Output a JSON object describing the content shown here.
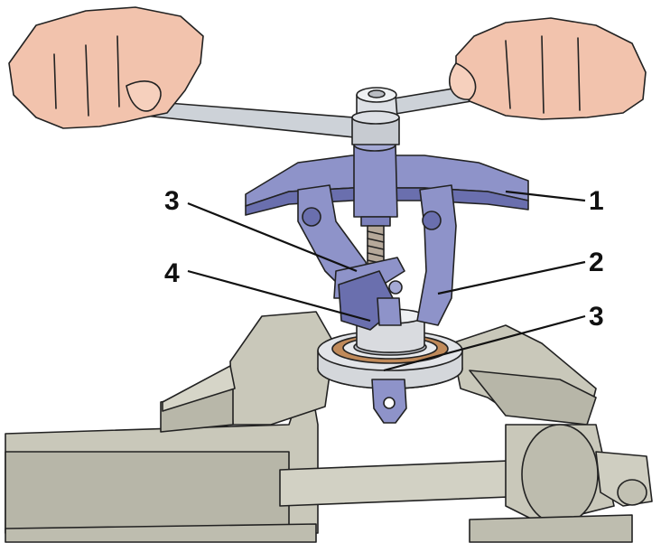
{
  "callouts": [
    {
      "key": "puller_crossbar",
      "label": "1"
    },
    {
      "key": "puller_jaw",
      "label": "2"
    },
    {
      "key": "spacer_upper",
      "label": "3"
    },
    {
      "key": "spacer_lower",
      "label": "3"
    },
    {
      "key": "bearing_inner_ring",
      "label": "4"
    }
  ],
  "colors": {
    "skin": "#f2c3ad",
    "wrench": "#cdd2d8",
    "puller": "#8e93c9",
    "puller_dark": "#6a6fae",
    "vise": "#c9c8ba",
    "vise_dark": "#a8a799",
    "bearing": "#d4d7db",
    "bearing_seal": "#c08a5a"
  }
}
